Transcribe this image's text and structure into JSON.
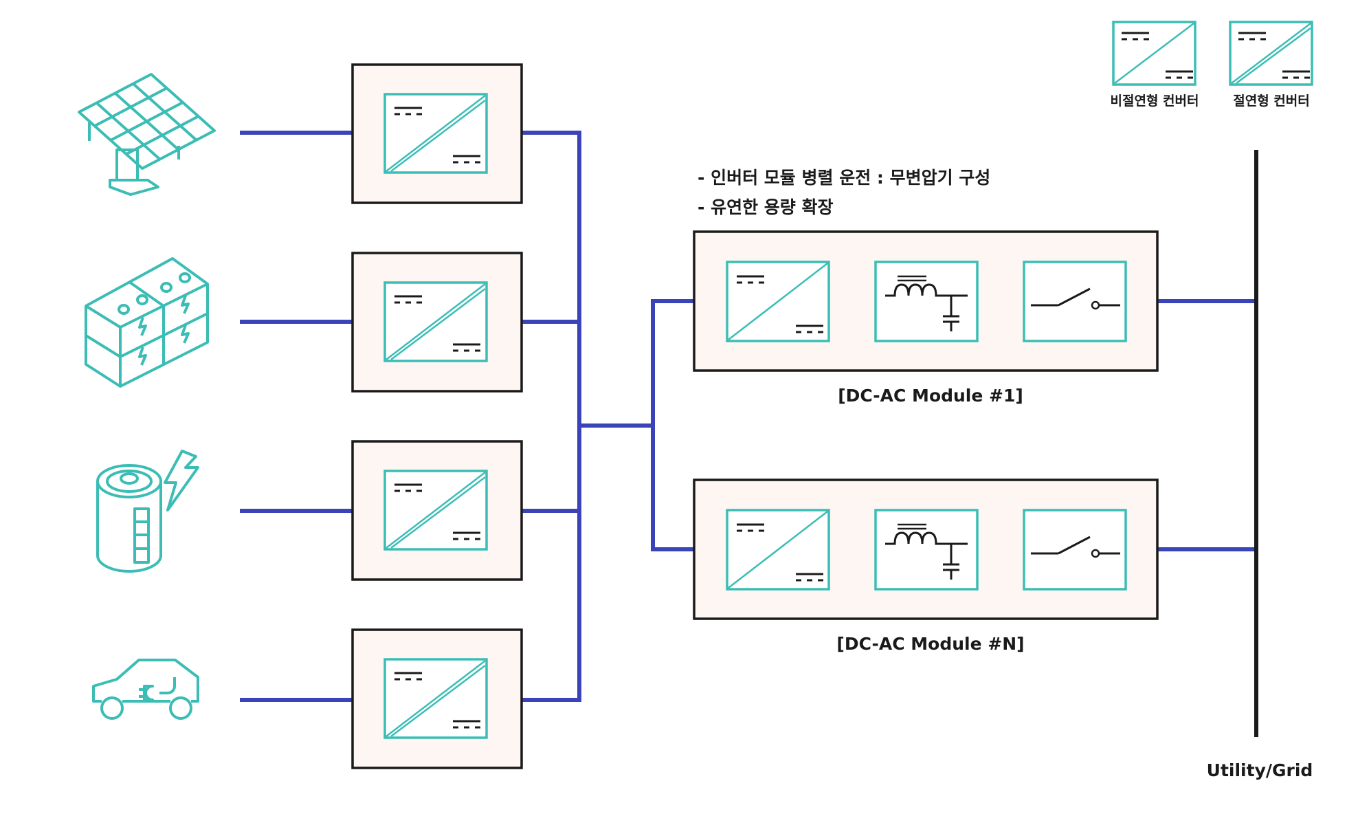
{
  "legend": {
    "non_isolated": "비절연형 컨버터",
    "isolated": "절연형 컨버터"
  },
  "notes": [
    "- 인버터 모듈 병렬 운전 : 무변압기 구성",
    "- 유연한 용량 확장"
  ],
  "modules": [
    {
      "label": "[DC-AC Module #1]"
    },
    {
      "label": "[DC-AC Module #N]"
    }
  ],
  "grid_label": "Utility/Grid",
  "sources": [
    "solar-panel",
    "battery-rack",
    "battery-cell",
    "electric-vehicle"
  ],
  "colors": {
    "bus": "#3a43b8",
    "teal": "#3bbdb5",
    "box_fill": "#fdf6f2",
    "outline": "#1a1a1a"
  }
}
